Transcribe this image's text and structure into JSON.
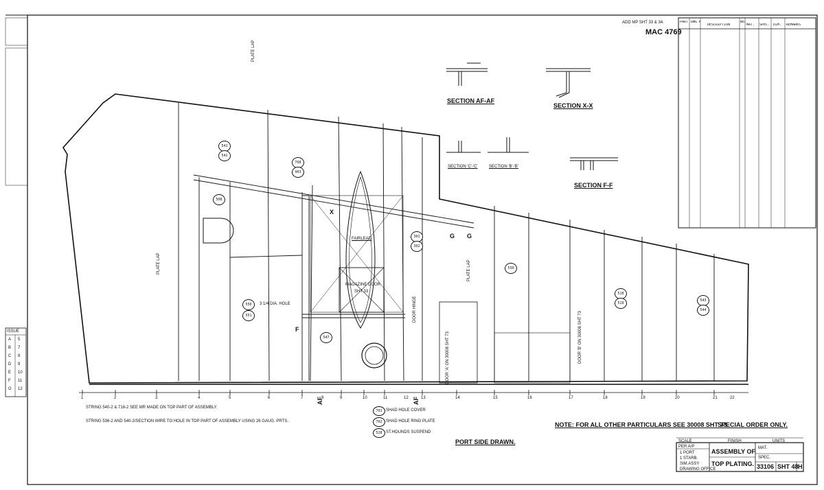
{
  "drawing_no": "MAC 4769",
  "ref_note": "ADD MP SHT 33 & 34.",
  "titles": {
    "section_af": "SECTION AF-AF",
    "section_xx": "SECTION X-X",
    "section_ff": "SECTION F-F",
    "section_cc": "SECTION 'C'-'C'",
    "section_bb": "SECTION 'B'-'B'"
  },
  "labels": {
    "fairlead": "FAIRLEAD",
    "magazine_door": "MAGAZINE DOOR",
    "sht": "SHT 33",
    "door_hinge": "DOOR HINGE",
    "door_ab": "DOOR 'A' ON 30008 SHT 73",
    "door_b": "DOOR 'B' ON 30006 SHT 73",
    "plate_lap": "PLATE LAP",
    "hole": "3 1/4 DIA. HOLE",
    "gg": "G",
    "af": "AF",
    "x": "X",
    "f": "F"
  },
  "notes": {
    "note_main": "NOTE: FOR ALL OTHER PARTICULARS SEE 30008 SHT 73.",
    "special": "SPECIAL ORDER ONLY.",
    "port_side": "PORT SIDE DRAWN.",
    "note1": "STRING 540-2 & 716-2 SEE MR MADE ON TOP PART OF ASSEMBLY.",
    "note2": "STRING 536-2 AND 540-2/SECTION WIRE TO HOLE IN TOP PART OF ASSEMBLY USING 26 GAUG. PRTS.",
    "callout1": "SHAD HOLE COVER",
    "callout2": "SHAD HOLE RING PLATE",
    "callout3": "ST.HOUNDS SUSPEND"
  },
  "title_block": {
    "assembly_l1": "ASSEMBLY OF",
    "assembly_l2": "TOP PLATING.",
    "number": "33106",
    "sheet": "SHT 48",
    "suffix": "H",
    "scale": "SCALE",
    "finish": "FINISH",
    "units": "UNITS",
    "mat": "MAT.",
    "spec": "SPEC.",
    "port": "1 PORT",
    "stbd": "1 STARB.",
    "sim": "SIM.ASSY",
    "drawing_office": "DRAWING OFFICE",
    "off": "OFF",
    "req": "PER A/P"
  },
  "parts_header": {
    "part": "PART No.",
    "dwg": "DWG No.",
    "desc": "DESCRIPTION",
    "no": "No. OFF",
    "mat": "MAT.",
    "spec": "SPEC.",
    "dim": "DIM.",
    "remarks": "REMARKS"
  },
  "revisions": {
    "header": "ISSUE",
    "items": [
      {
        "mark": "A",
        "no": "5"
      },
      {
        "mark": "B",
        "no": "7"
      },
      {
        "mark": "C",
        "no": "8"
      },
      {
        "mark": "D",
        "no": "9"
      },
      {
        "mark": "E",
        "no": "10"
      },
      {
        "mark": "F",
        "no": "11"
      },
      {
        "mark": "G",
        "no": "12"
      }
    ]
  },
  "frame_numbers": [
    "1",
    "2",
    "3",
    "4",
    "5",
    "6",
    "7",
    "8",
    "9",
    "10",
    "11",
    "12",
    "13",
    "14",
    "15",
    "16",
    "17",
    "18",
    "19",
    "20",
    "21",
    "22"
  ],
  "circle_tags": [
    "541",
    "542",
    "708",
    "903",
    "508",
    "528",
    "301",
    "302",
    "530",
    "547",
    "550",
    "551",
    "518",
    "519",
    "543",
    "544",
    "701",
    "702"
  ]
}
